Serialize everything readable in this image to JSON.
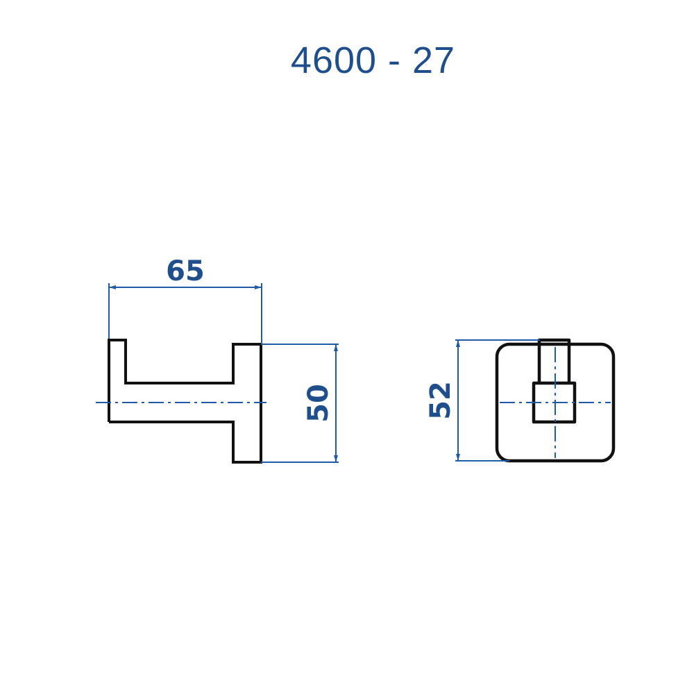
{
  "header": {
    "model_code": "4600 - 27"
  },
  "dimensions": {
    "hook_length": "65",
    "base_height": "50",
    "front_height": "52"
  },
  "colors": {
    "title": "#1f4e8c",
    "dimension": "#1f5aa8",
    "outline": "#111111",
    "background": "#ffffff"
  }
}
